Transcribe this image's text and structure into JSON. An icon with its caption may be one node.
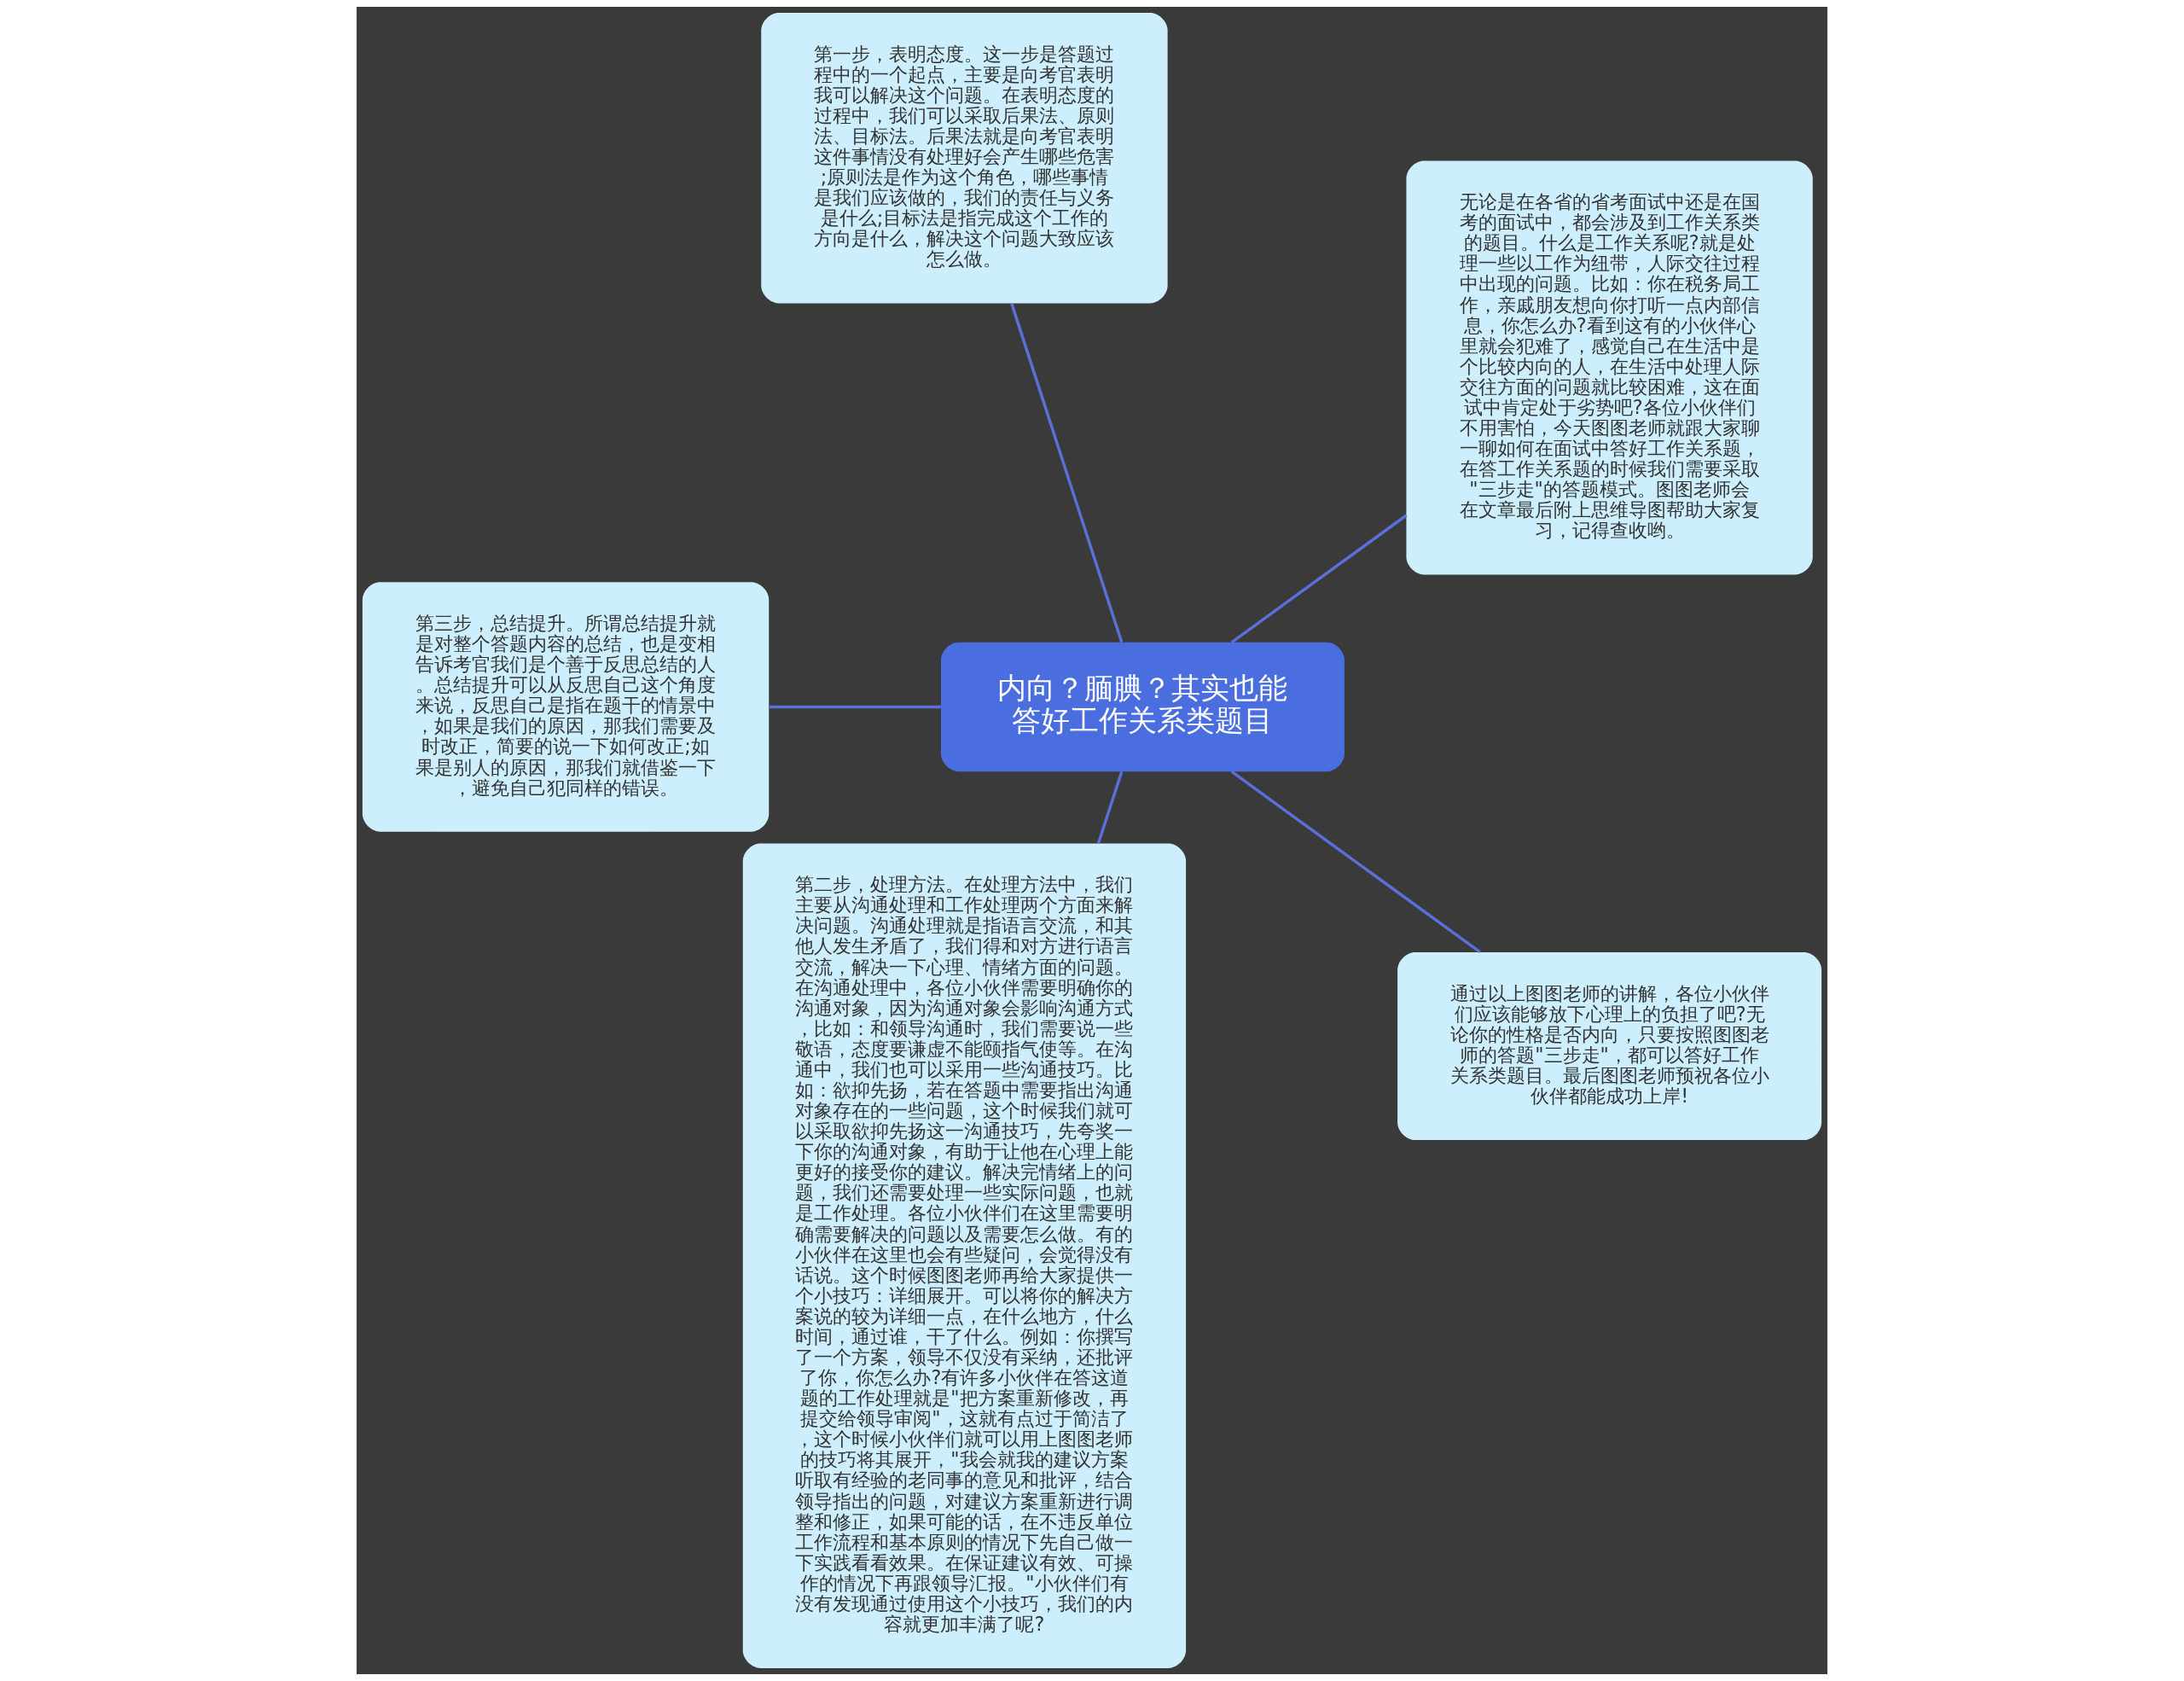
{
  "diagram": {
    "nodes": [
      {
        "text": [
          "内向？腼腆？其实也能答好工作关系类题目"
        ]
      },
      {
        "text": [
          "无论是在各省的省考面试中还是在国考的面试中，都会涉及到工作关系类的题目。什么是工作关系呢?就是处理一些以工作为纽带，人际交往过程中出现的问题。比如：你在税务局工作，亲戚朋友想向你打听一点内部信息，你怎么办?看到这有的小伙伴心里就会犯难了，感觉自己在生活中是个比较内向的人，在生活中处理人际交往方面的问题就比较困难，这在面试中肯定处于劣势吧?各位小伙伴们不用害怕，今天图图老师就跟大家聊一聊如何在面试中答好工作关系题，在答工作关系题的时候我们需要采取\"三步走\"的答题模式。图图老师会在文章最后附上思维导图帮助大家复习，记得查收哟。"
        ]
      },
      {
        "text": [
          "第一步，表明态度。这一步是答题过程中的一个起点，主要是向考官表明我可以解决这个问题。在表明态度的过程中，我们可以采取后果法、原则法、目标法。后果法就是向考官表明这件事情没有处理好会产生哪些危害;原则法是作为这个角色，哪些事情是我们应该做的，我们的责任与义务是什么;目标法是指完成这个工作的方向是什么，解决这个问题大致应该怎么做。"
        ]
      },
      {
        "text": [
          "第三步，总结提升。所谓总结提升就是对整个答题内容的总结，也是变相告诉考官我们是个善于反思总结的人。总结提升可以从反思自己这个角度来说，反思自己是指在题干的情景中，如果是我们的原因，那我们需要及时改正，简要的说一下如何改正;如果是别人的原因，那我们就借鉴一下，避免自己犯同样的错误。"
        ]
      },
      {
        "text": [
          "第二步，处理方法。在处理方法中，我们主要从沟通处理和工作处理两个方面来解决问题。沟通处理就是指语言交流，和其他人发生矛盾了，我们得和对方进行语言交流，解决一下心理、情绪方面的问题。在沟通处理中，各位小伙伴需要明确你的沟通对象，因为沟通对象会影响沟通方式，比如：和领导沟通时，我们需要说一些敬语，态度要谦虚不能颐指气使等。在沟通中，我们也可以采用一些沟通技巧。比如：欲抑先扬，若在答题中需要指出沟通对象存在的一些问题，这个时候我们就可以采取欲抑先扬这一沟通技巧，先夸奖一下你的沟通对象，有助于让他在心理上能更好的接受你的建议。解决完情绪上的问题，我们还需要处理一些实际问题，也就是工作处理。各位小伙伴们在这里需要明确需要解决的问题以及需要怎么做。有的小伙伴在这里也会有些疑问，会觉得没有话说。这个时候图图老师再给大家提供一个小技巧：详细展开。可以将你的解决方案说的较为详细一点，在什么地方，什么时间，通过谁，干了什么。例如：你撰写了一个方案，领导不仅没有采纳，还批评了你，你怎么办?有许多小伙伴在答这道题的工作处理就是\"把方案重新修改，再提交给领导审阅\"，这就有点过于简洁了，这个时候小伙伴们就可以用上图图老师的技巧将其展开，\"我会就我的建议方案听取有经验的老同事的意见和批评，结合领导指出的问题，对建议方案重新进行调整和修正，如果可能的话，在不违反单位工作流程和基本原则的情况下先自己做一下实践看看效果。在保证建议有效、可操作的情况下再跟领导汇报。\"小伙伴们有没有发现通过使用这个小技巧，我们的内容就更加丰满了呢?"
        ]
      },
      {
        "text": [
          "通过以上图图老师的讲解，各位小伙伴们应该能够放下心理上的负担了吧?无论你的性格是否内向，只要按照图图老师的答题\"三步走\"，都可以答好工作关系类题目。最后图图老师预祝各位小伙伴都能成功上岸!"
        ]
      }
    ],
    "edges": [
      {
        "from": 0,
        "to": 1,
        "arrow": "none"
      },
      {
        "from": 0,
        "to": 2,
        "arrow": "none"
      },
      {
        "from": 0,
        "to": 3,
        "arrow": "none"
      },
      {
        "from": 0,
        "to": 4,
        "arrow": "none"
      },
      {
        "from": 0,
        "to": 5,
        "arrow": "none"
      }
    ]
  }
}
